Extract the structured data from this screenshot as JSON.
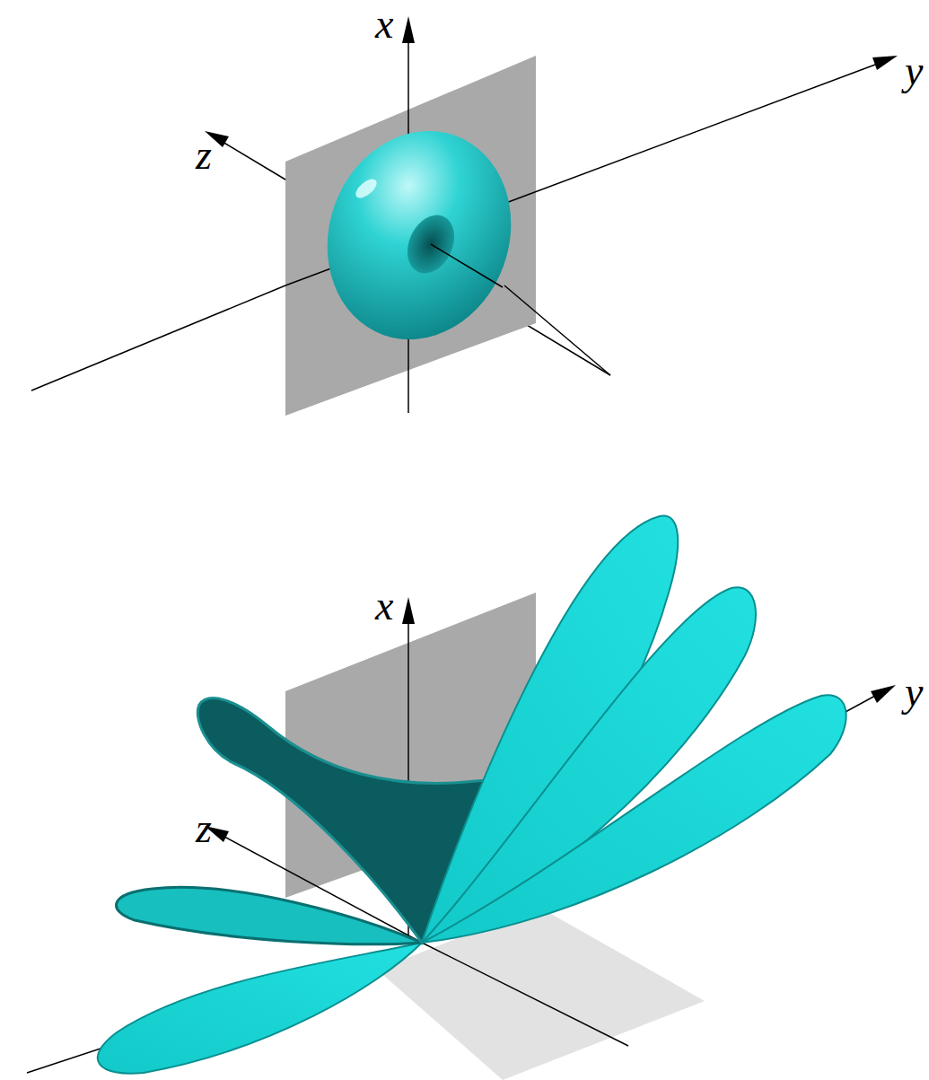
{
  "diagram": {
    "labels": [
      "x",
      "y",
      "z",
      "x",
      "y",
      "z"
    ]
  }
}
